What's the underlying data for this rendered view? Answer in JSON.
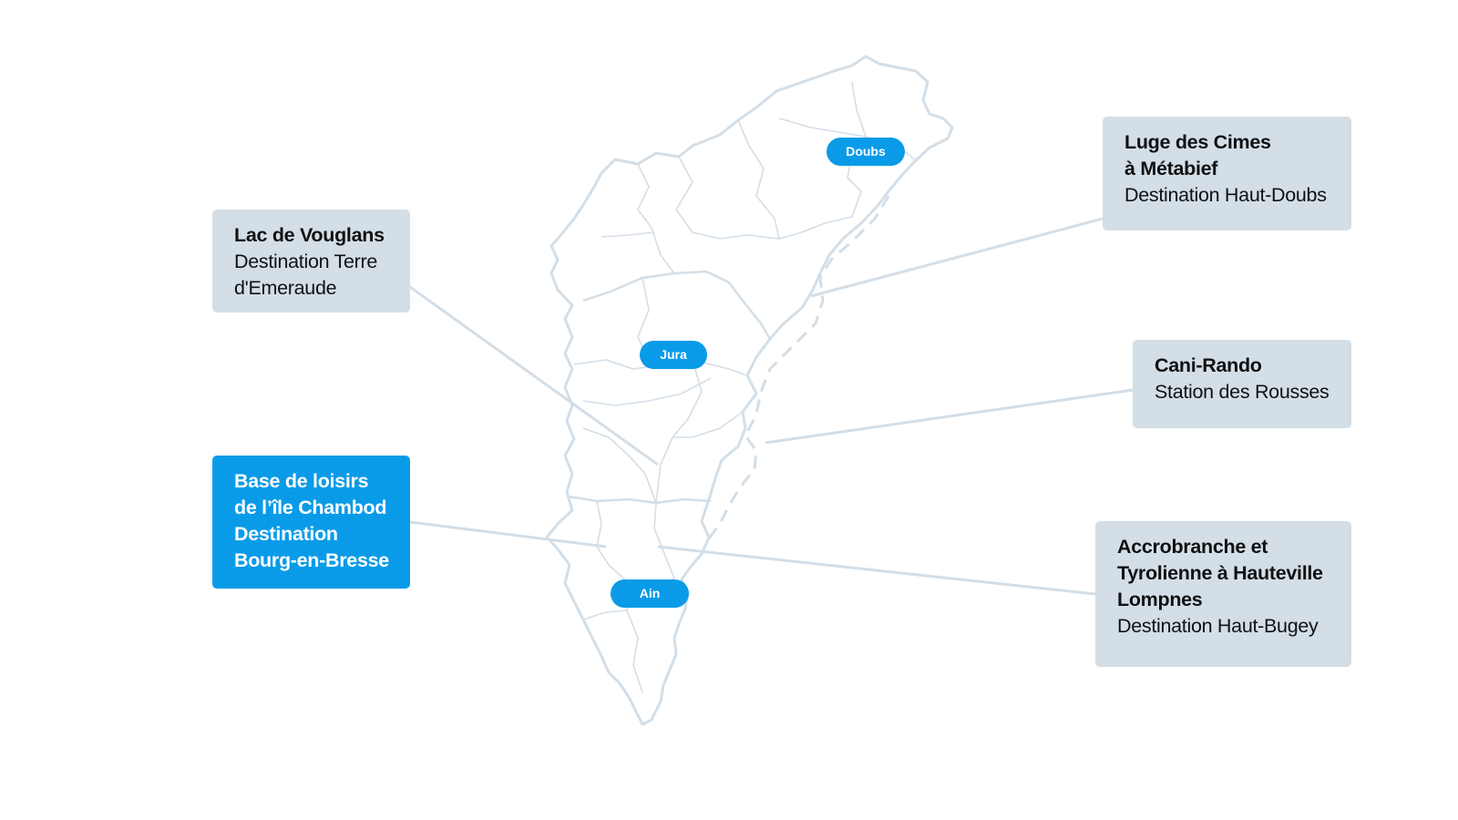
{
  "colors": {
    "card_bg": "#d3dee7",
    "card_active_bg": "#0a9be8",
    "pill_bg": "#0a9be8",
    "map_outline": "#d3dee7",
    "connector_line": "#d3dee7"
  },
  "map": {
    "departments": [
      {
        "id": "doubs",
        "label": "Doubs"
      },
      {
        "id": "jura",
        "label": "Jura"
      },
      {
        "id": "ain",
        "label": "Ain"
      }
    ],
    "border_style": "dashed"
  },
  "destinations": [
    {
      "id": "lac-vouglans",
      "title": "Lac de Vouglans",
      "subtitle": "Destination Terre\nd'Emeraude",
      "active": false
    },
    {
      "id": "ile-chambod",
      "title": "Base de loisirs\nde l’île Chambod",
      "subtitle": "Destination\nBourg-en-Bresse",
      "active": true
    },
    {
      "id": "luge-cimes",
      "title": "Luge des Cimes\nà Métabief",
      "subtitle": "Destination Haut-Doubs",
      "active": false
    },
    {
      "id": "cani-rando",
      "title": "Cani-Rando",
      "subtitle": "Station des Rousses",
      "active": false
    },
    {
      "id": "accrobranche",
      "title": "Accrobranche et\nTyrolienne à Hauteville\nLompnes",
      "subtitle": "Destination Haut-Bugey",
      "active": false
    }
  ]
}
